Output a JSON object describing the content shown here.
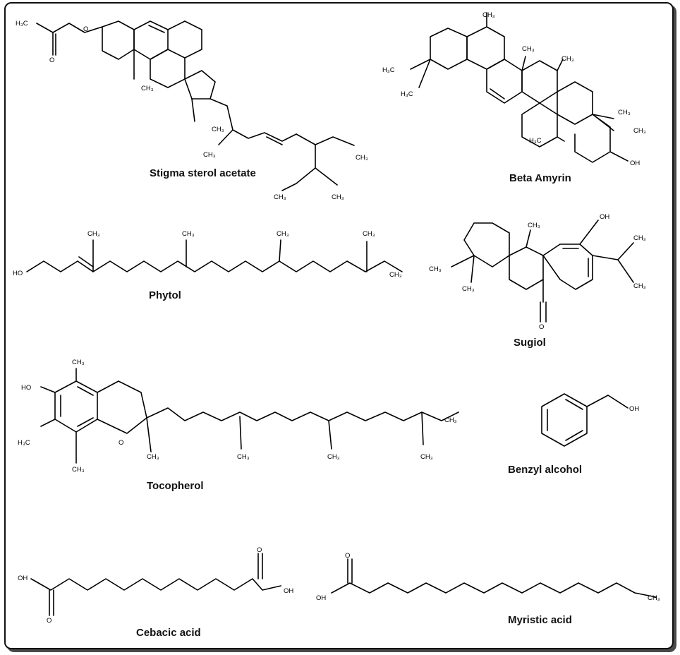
{
  "compounds": [
    {
      "id": "stigma",
      "name": "Stigma sterol acetate"
    },
    {
      "id": "amyrin",
      "name": "Beta Amyrin"
    },
    {
      "id": "phytol",
      "name": "Phytol"
    },
    {
      "id": "sugiol",
      "name": "Sugiol"
    },
    {
      "id": "tocopherol",
      "name": "Tocopherol"
    },
    {
      "id": "benzyl",
      "name": "Benzyl alcohol"
    },
    {
      "id": "cebacic",
      "name": "Cebacic acid"
    },
    {
      "id": "myristic",
      "name": "Myristic acid"
    }
  ],
  "atom_labels": {
    "h3c": "H₃C",
    "ch3": "CH₃",
    "o": "O",
    "oh": "OH",
    "ho": "HO"
  }
}
